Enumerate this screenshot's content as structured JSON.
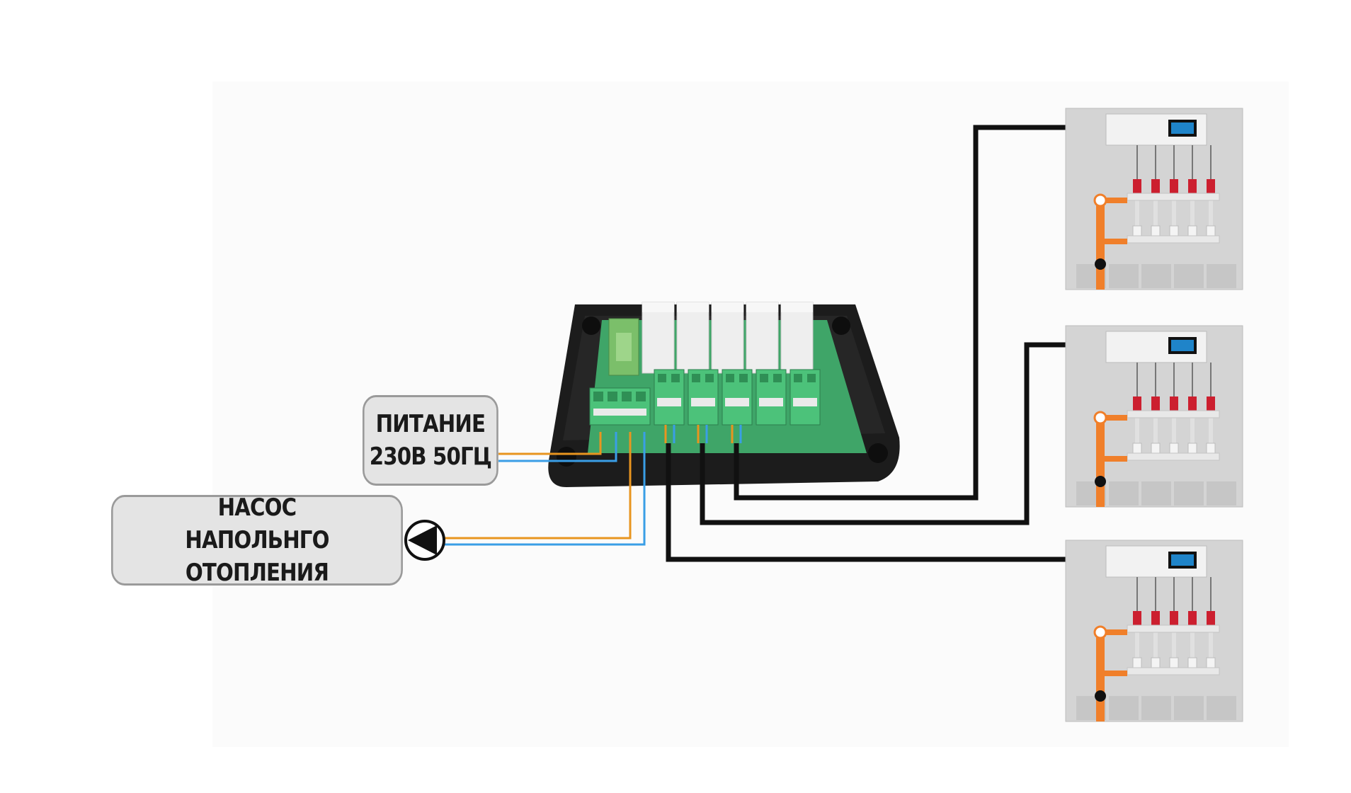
{
  "labels": {
    "power": {
      "line1": "ПИТАНИЕ",
      "line2": "230В 50ГЦ"
    },
    "pump": {
      "line1": "НАСОС",
      "line2": "НАПОЛЬНГО ОТОПЛЕНИЯ"
    }
  },
  "colors": {
    "phase_wire": "#e8951f",
    "neutral_wire": "#3a9ee6",
    "signal_wire": "#111111",
    "box_body": "#1e1e1e",
    "pcb": "#3fa568",
    "terminal": "#4cc27a",
    "manifold_pipe": "#f07f2a",
    "valve_head": "#cc1f2f",
    "controller_screen": "#1f84c9"
  },
  "diagram": {
    "relay_channels": 5,
    "zones": 3,
    "actuators_per_zone": 5
  }
}
